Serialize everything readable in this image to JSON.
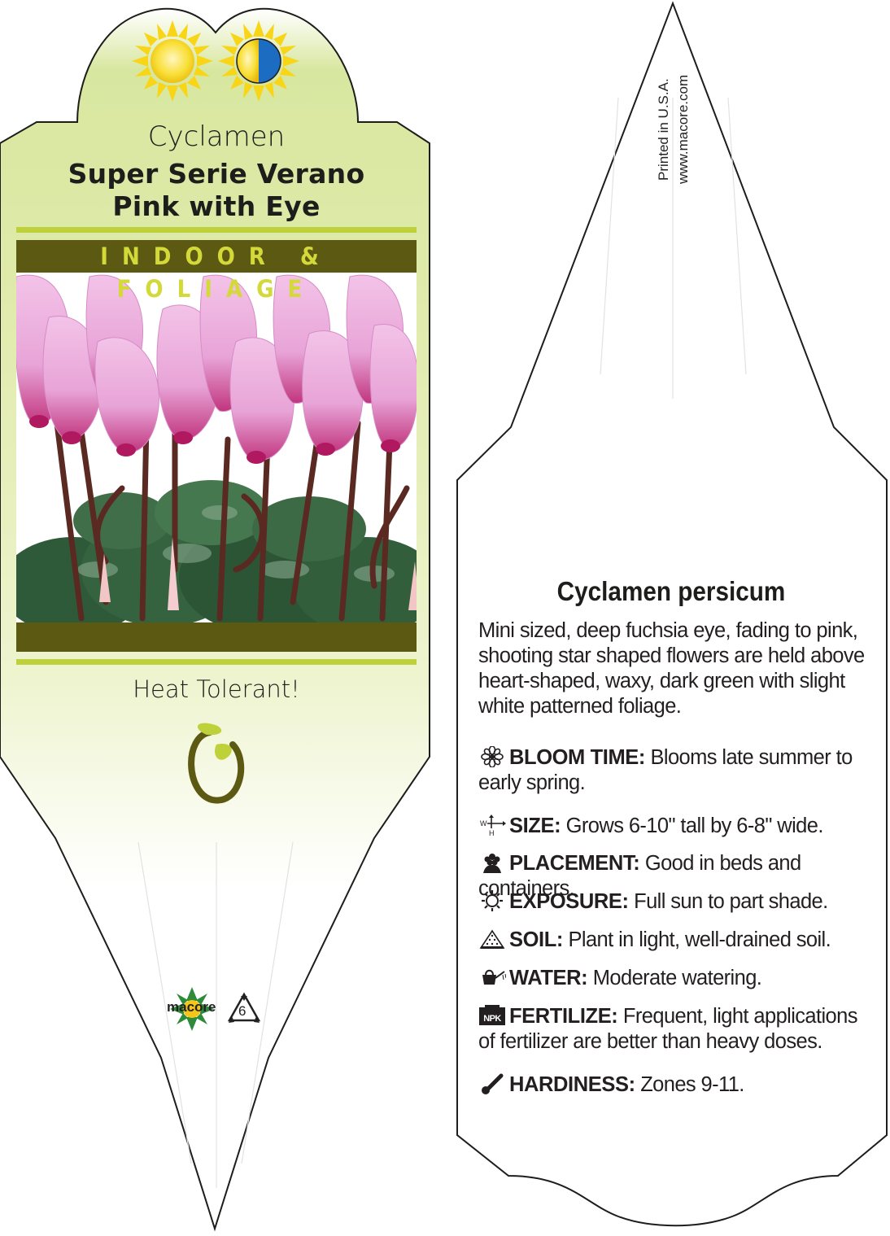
{
  "front": {
    "genus": "Cyclamen",
    "variety_line1": "Super Serie Verano",
    "variety_line2": "Pink with Eye",
    "category": "INDOOR & FOLIAGE",
    "tagline": "Heat Tolerant!",
    "brand": "macore",
    "recycle_code": "6",
    "exposure_icons": [
      "full-sun-icon",
      "part-shade-icon"
    ]
  },
  "back": {
    "printed_in": "Printed in U.S.A.",
    "website": "www.macore.com",
    "botanical_name": "Cyclamen persicum",
    "description": "Mini sized, deep fuchsia eye, fading to pink, shooting star shaped flowers are held above heart-shaped, waxy, dark green with slight white patterned foliage.",
    "details": [
      {
        "icon": "flower-icon",
        "label": "BLOOM TIME:",
        "text": "Blooms late summer to early spring."
      },
      {
        "icon": "size-icon",
        "label": "SIZE:",
        "text": "Grows 6-10\" tall by 6-8\" wide."
      },
      {
        "icon": "placement-icon",
        "label": "PLACEMENT:",
        "text": "Good in beds and containers."
      },
      {
        "icon": "sun-outline-icon",
        "label": "EXPOSURE:",
        "text": "Full sun to part shade."
      },
      {
        "icon": "soil-icon",
        "label": "SOIL:",
        "text": "Plant in light, well-drained soil."
      },
      {
        "icon": "watering-can-icon",
        "label": "WATER:",
        "text": "Moderate watering."
      },
      {
        "icon": "npk-icon",
        "label": "FERTILIZE:",
        "text": "Frequent, light applications of fertilizer are better than heavy doses."
      },
      {
        "icon": "thermometer-icon",
        "label": "HARDINESS:",
        "text": "Zones 9-11."
      }
    ],
    "size_icon_letters": {
      "w": "W",
      "h": "H"
    },
    "npk_text": "NPK"
  },
  "colors": {
    "gradient_top": "#d6e59a",
    "gradient_bottom": "#ffffff",
    "band_dark": "#5c5a12",
    "band_text": "#d4d93a",
    "accent_line": "#bfd13a",
    "sun_yellow": "#f8d516",
    "shade_blue": "#1c6cc2"
  }
}
